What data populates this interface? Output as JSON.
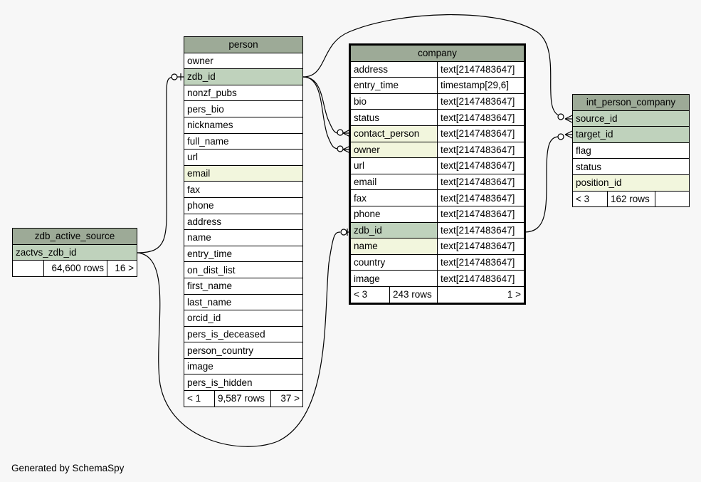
{
  "footer": "Generated by SchemaSpy",
  "zdb_active_source": {
    "name": "zdb_active_source",
    "columns": [
      {
        "name": "zactvs_zdb_id",
        "kind": "pk"
      }
    ],
    "footer": {
      "left": "",
      "rows": "64,600 rows",
      "right": "16 >"
    }
  },
  "person": {
    "name": "person",
    "columns": [
      {
        "name": "owner",
        "kind": ""
      },
      {
        "name": "zdb_id",
        "kind": "pk"
      },
      {
        "name": "nonzf_pubs",
        "kind": ""
      },
      {
        "name": "pers_bio",
        "kind": ""
      },
      {
        "name": "nicknames",
        "kind": ""
      },
      {
        "name": "full_name",
        "kind": ""
      },
      {
        "name": "url",
        "kind": ""
      },
      {
        "name": "email",
        "kind": "idx"
      },
      {
        "name": "fax",
        "kind": ""
      },
      {
        "name": "phone",
        "kind": ""
      },
      {
        "name": "address",
        "kind": ""
      },
      {
        "name": "name",
        "kind": ""
      },
      {
        "name": "entry_time",
        "kind": ""
      },
      {
        "name": "on_dist_list",
        "kind": ""
      },
      {
        "name": "first_name",
        "kind": ""
      },
      {
        "name": "last_name",
        "kind": ""
      },
      {
        "name": "orcid_id",
        "kind": ""
      },
      {
        "name": "pers_is_deceased",
        "kind": ""
      },
      {
        "name": "person_country",
        "kind": ""
      },
      {
        "name": "image",
        "kind": ""
      },
      {
        "name": "pers_is_hidden",
        "kind": ""
      }
    ],
    "footer": {
      "left": "< 1",
      "rows": "9,587 rows",
      "right": "37 >"
    }
  },
  "company": {
    "name": "company",
    "columns": [
      {
        "name": "address",
        "type": "text[2147483647]",
        "kind": ""
      },
      {
        "name": "entry_time",
        "type": "timestamp[29,6]",
        "kind": ""
      },
      {
        "name": "bio",
        "type": "text[2147483647]",
        "kind": ""
      },
      {
        "name": "status",
        "type": "text[2147483647]",
        "kind": ""
      },
      {
        "name": "contact_person",
        "type": "text[2147483647]",
        "kind": "idx"
      },
      {
        "name": "owner",
        "type": "text[2147483647]",
        "kind": "idx"
      },
      {
        "name": "url",
        "type": "text[2147483647]",
        "kind": ""
      },
      {
        "name": "email",
        "type": "text[2147483647]",
        "kind": ""
      },
      {
        "name": "fax",
        "type": "text[2147483647]",
        "kind": ""
      },
      {
        "name": "phone",
        "type": "text[2147483647]",
        "kind": ""
      },
      {
        "name": "zdb_id",
        "type": "text[2147483647]",
        "kind": "pk"
      },
      {
        "name": "name",
        "type": "text[2147483647]",
        "kind": "idx"
      },
      {
        "name": "country",
        "type": "text[2147483647]",
        "kind": ""
      },
      {
        "name": "image",
        "type": "text[2147483647]",
        "kind": ""
      }
    ],
    "footer": {
      "left": "< 3",
      "rows": "243 rows",
      "right": "1 >"
    }
  },
  "int_person_company": {
    "name": "int_person_company",
    "columns": [
      {
        "name": "source_id",
        "kind": "pk"
      },
      {
        "name": "target_id",
        "kind": "pk"
      },
      {
        "name": "flag",
        "kind": ""
      },
      {
        "name": "status",
        "kind": ""
      },
      {
        "name": "position_id",
        "kind": "idx"
      }
    ],
    "footer": {
      "left": "< 3",
      "rows": "162 rows",
      "right": ""
    }
  }
}
